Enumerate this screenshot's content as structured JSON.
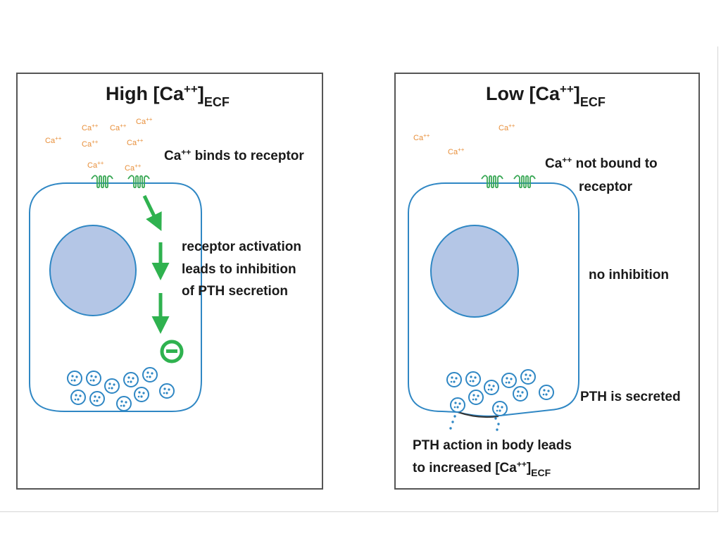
{
  "colors": {
    "frame": "#555555",
    "cell": "#2f87c4",
    "nucleus_fill": "#b4c6e6",
    "receptor": "#3aa856",
    "arrow": "#2fb24f",
    "ion": "#e88f3a",
    "vesicle": "#2f87c4",
    "text": "#1a1a1a"
  },
  "icons": {
    "receptor": "receptor-icon",
    "vesicle": "vesicle-icon",
    "inhibition": "minus-circle-icon"
  },
  "ion_label": {
    "base": "Ca",
    "sup": "++"
  },
  "left_panel": {
    "title": {
      "main": "High [Ca",
      "sup": "++",
      "close": "]",
      "sub": "ECF"
    },
    "label_binds": {
      "pre": "Ca",
      "sup": "++",
      "post": " binds to receptor"
    },
    "label_activation": [
      "receptor activation",
      "leads to inhibition",
      "of PTH secretion"
    ]
  },
  "right_panel": {
    "title": {
      "main": "Low [Ca",
      "sup": "++",
      "close": "]",
      "sub": "ECF"
    },
    "label_not_bound": {
      "pre": "Ca",
      "sup": "++",
      "post": " not bound to",
      "line2": "receptor"
    },
    "label_no_inhibition": "no inhibition",
    "label_secreted": "PTH is secreted",
    "label_action": {
      "line1": "PTH action in body leads",
      "line2_pre": "to increased [Ca",
      "line2_sup": "++",
      "line2_close": "]",
      "line2_sub": "ECF"
    }
  }
}
